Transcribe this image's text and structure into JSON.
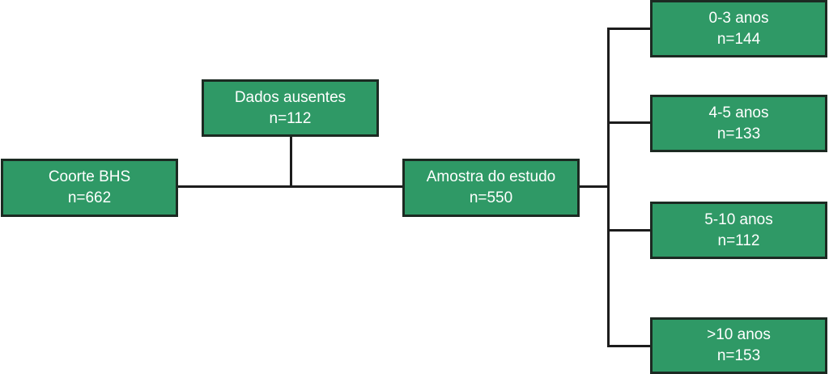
{
  "nodes": {
    "cohort": {
      "label": "Coorte BHS",
      "n": "n=662"
    },
    "missing": {
      "label": "Dados ausentes",
      "n": "n=112"
    },
    "sample": {
      "label": "Amostra do estudo",
      "n": "n=550"
    },
    "age_0_3": {
      "label": "0-3 anos",
      "n": "n=144"
    },
    "age_4_5": {
      "label": "4-5 anos",
      "n": "n=133"
    },
    "age_5_10": {
      "label": "5-10 anos",
      "n": "n=112"
    },
    "age_10_plus": {
      "label": ">10 anos",
      "n": "n=153"
    }
  },
  "colors": {
    "box_fill": "#2f9966",
    "border": "#1c2a22"
  }
}
